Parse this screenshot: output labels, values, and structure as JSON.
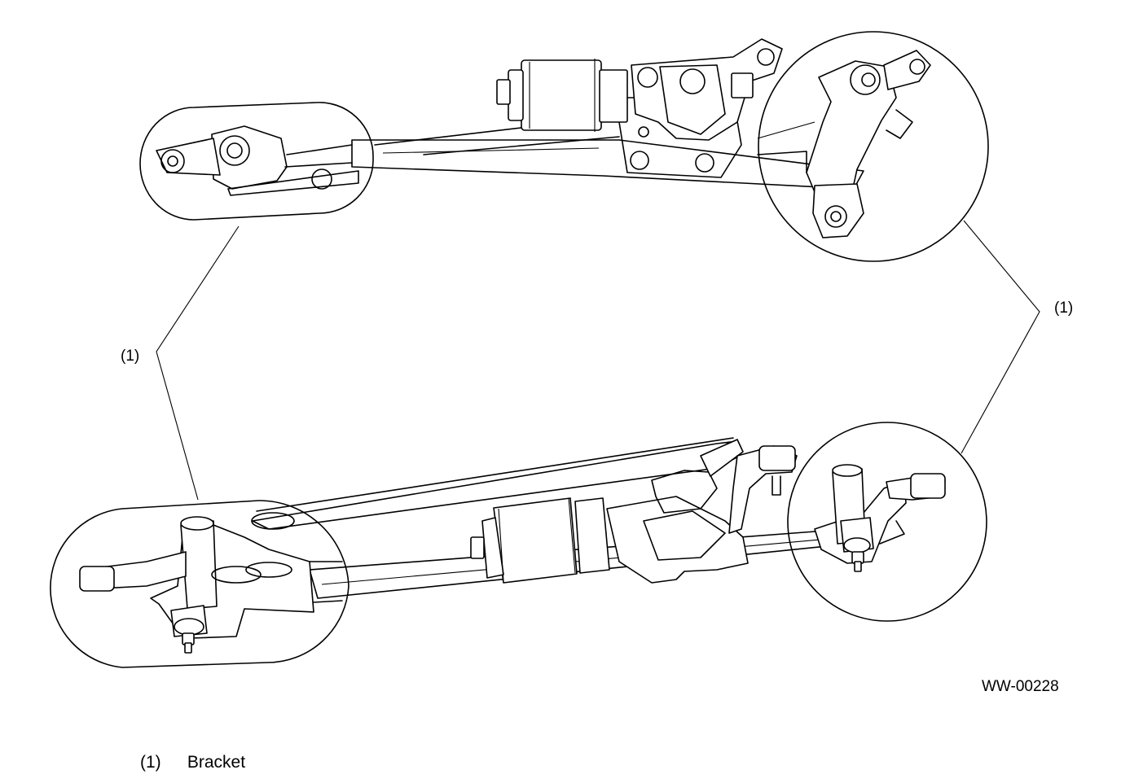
{
  "callouts": {
    "left": "(1)",
    "right": "(1)"
  },
  "figure_code": "WW-00228",
  "legend": [
    {
      "number": "(1)",
      "label": "Bracket"
    }
  ]
}
